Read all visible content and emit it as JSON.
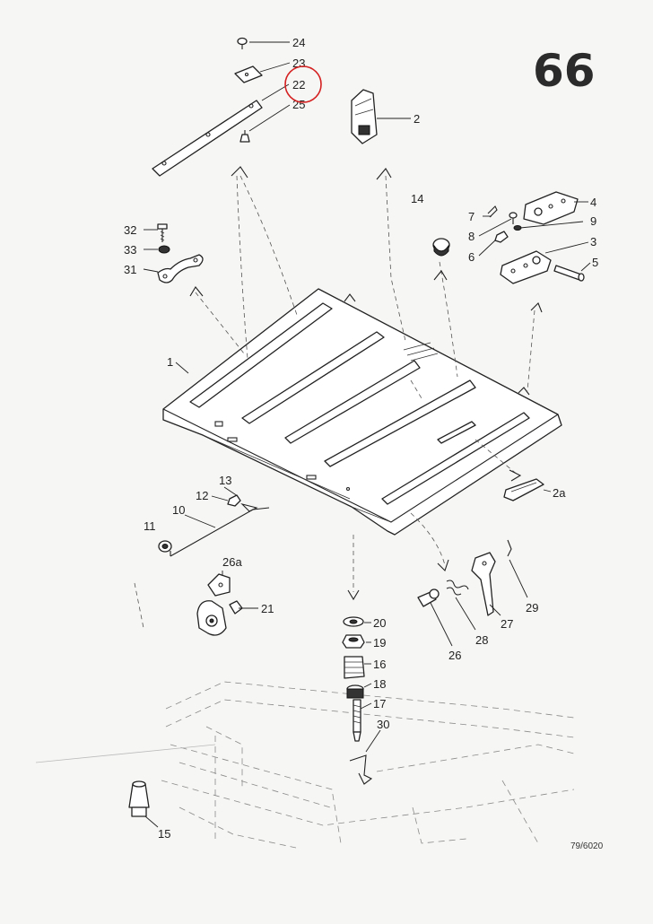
{
  "page": {
    "number": "66",
    "drawing_number": "79/6020"
  },
  "callouts": [
    {
      "id": "c24",
      "label": "24"
    },
    {
      "id": "c23",
      "label": "23"
    },
    {
      "id": "c22",
      "label": "22"
    },
    {
      "id": "c25",
      "label": "25"
    },
    {
      "id": "c2",
      "label": "2"
    },
    {
      "id": "c14",
      "label": "14"
    },
    {
      "id": "c4",
      "label": "4"
    },
    {
      "id": "c7",
      "label": "7"
    },
    {
      "id": "c9",
      "label": "9"
    },
    {
      "id": "c8",
      "label": "8"
    },
    {
      "id": "c3",
      "label": "3"
    },
    {
      "id": "c6",
      "label": "6"
    },
    {
      "id": "c5",
      "label": "5"
    },
    {
      "id": "c32",
      "label": "32"
    },
    {
      "id": "c33",
      "label": "33"
    },
    {
      "id": "c31",
      "label": "31"
    },
    {
      "id": "c1",
      "label": "1"
    },
    {
      "id": "c2a",
      "label": "2a"
    },
    {
      "id": "c13",
      "label": "13"
    },
    {
      "id": "c12",
      "label": "12"
    },
    {
      "id": "c10",
      "label": "10"
    },
    {
      "id": "c11",
      "label": "11"
    },
    {
      "id": "c26a",
      "label": "26a"
    },
    {
      "id": "c21",
      "label": "21"
    },
    {
      "id": "c20",
      "label": "20"
    },
    {
      "id": "c19",
      "label": "19"
    },
    {
      "id": "c16",
      "label": "16"
    },
    {
      "id": "c18",
      "label": "18"
    },
    {
      "id": "c17",
      "label": "17"
    },
    {
      "id": "c30",
      "label": "30"
    },
    {
      "id": "c29",
      "label": "29"
    },
    {
      "id": "c27",
      "label": "27"
    },
    {
      "id": "c28",
      "label": "28"
    },
    {
      "id": "c26",
      "label": "26"
    },
    {
      "id": "c15",
      "label": "15"
    }
  ],
  "highlight": {
    "callout": "22",
    "color": "#d42020"
  }
}
